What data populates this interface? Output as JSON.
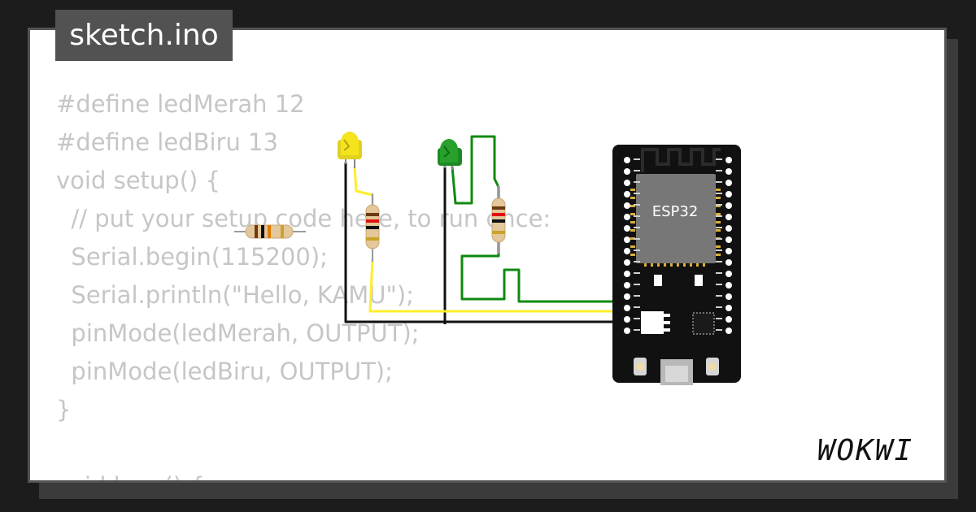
{
  "editor": {
    "filename": "sketch.ino",
    "code_lines": [
      "#define ledMerah 12",
      "#define ledBiru 13",
      "void setup() {",
      "  // put your setup code here, to run once:",
      "  Serial.begin(115200);",
      "  Serial.println(\"Hello, KAMU\");",
      "  pinMode(ledMerah, OUTPUT);",
      "  pinMode(ledBiru, OUTPUT);",
      "}",
      "",
      "void loop() {"
    ]
  },
  "circuit": {
    "board_label": "ESP32",
    "parts": [
      {
        "name": "led-yellow",
        "color": "#f5e31c"
      },
      {
        "name": "led-green",
        "color": "#27a12c"
      },
      {
        "name": "resistor-loose",
        "color": "#e4c79a"
      },
      {
        "name": "resistor-yellow-led",
        "color": "#e4c79a"
      },
      {
        "name": "resistor-green-led",
        "color": "#e4c79a"
      }
    ],
    "wire_colors": {
      "yellow": "#ffee2a",
      "green": "#108a10",
      "black": "#111111"
    }
  },
  "brand": {
    "logo_text": "WOKWI"
  }
}
